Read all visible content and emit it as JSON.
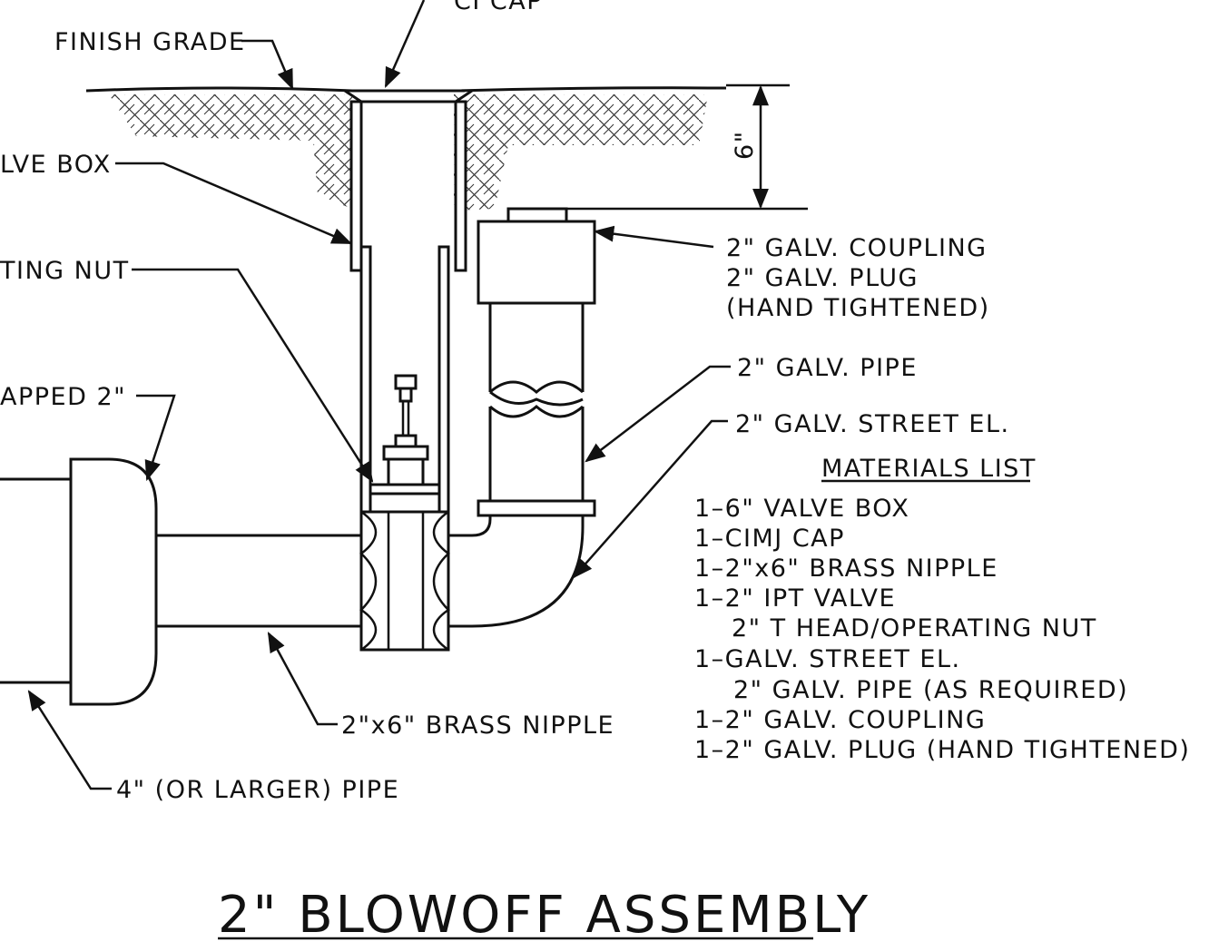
{
  "drawing": {
    "title": "2\" BLOWOFF ASSEMBLY",
    "callouts": {
      "cap": "CI CAP",
      "finish_grade": "FINISH GRADE",
      "valve_box": "LVE BOX",
      "operating_nut": "TING NUT",
      "tapped": "APPED 2\"",
      "dimension": "6\"",
      "coupling_line1": "2\" GALV. COUPLING",
      "coupling_line2": "2\" GALV. PLUG",
      "coupling_line3": "(HAND TIGHTENED)",
      "galv_pipe": "2\" GALV. PIPE",
      "street_el": "2\" GALV. STREET EL.",
      "brass_nipple": "2\"x6\" BRASS NIPPLE",
      "main_pipe": "4\" (OR LARGER) PIPE"
    },
    "materials_list": {
      "heading": "MATERIALS LIST",
      "items": [
        "1–6\" VALVE BOX",
        "1–CIMJ CAP",
        "1–2\"x6\" BRASS NIPPLE",
        "1–2\" IPT VALVE",
        "2\" T HEAD/OPERATING NUT",
        "1–GALV. STREET EL.",
        "2\" GALV. PIPE (AS REQUIRED)",
        "1–2\" GALV. COUPLING",
        "1–2\" GALV. PLUG (HAND TIGHTENED)"
      ]
    }
  }
}
